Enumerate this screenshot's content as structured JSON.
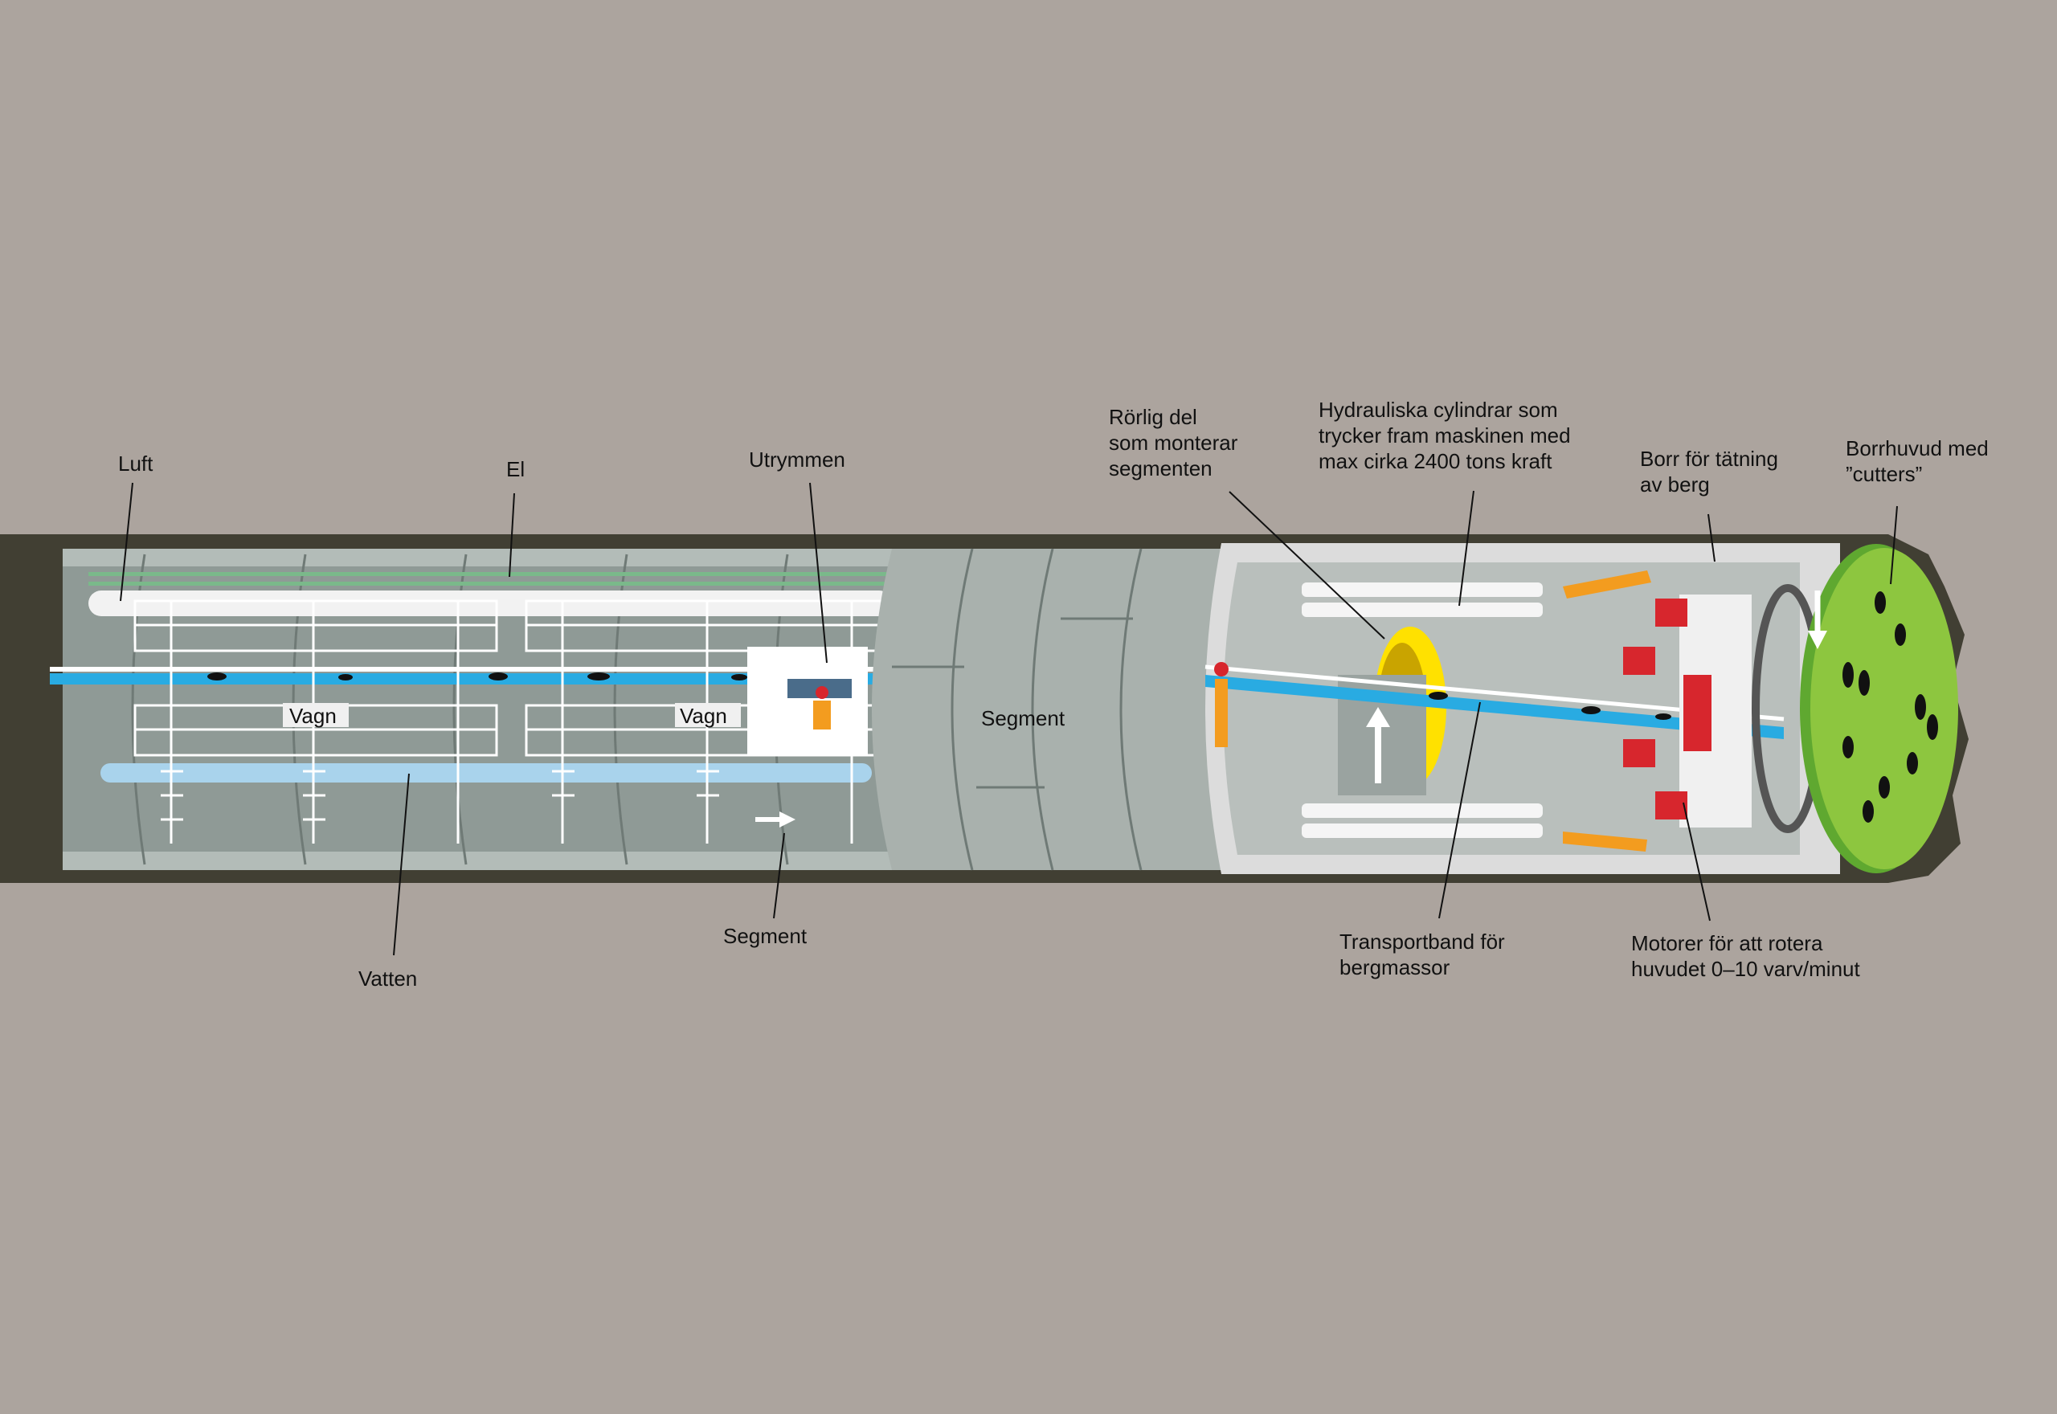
{
  "colors": {
    "background": "#aca49e",
    "rock": "#413f33",
    "tunnel": "#8f9a96",
    "segment": "#a9b1ad",
    "shield": "#dcdcdc",
    "cutterhead": "#8dc63f",
    "conveyor": "#29abe2",
    "motor": "#d7262d",
    "hydraulic_ring": "#ffe100",
    "drill": "#f39c1f"
  },
  "labels": {
    "luft": "Luft",
    "el": "El",
    "utrymmen": "Utrymmen",
    "rorlig_del": [
      "Rörlig del",
      "som monterar",
      "segmenten"
    ],
    "hydrauliska": [
      "Hydrauliska cylindrar som",
      "trycker fram maskinen med",
      "max cirka 2400 tons kraft"
    ],
    "borr": [
      "Borr för tätning",
      "av berg"
    ],
    "borrhuvud": [
      "Borrhuvud med",
      "”cutters”"
    ],
    "vagn_1": "Vagn",
    "vagn_2": "Vagn",
    "segment_inner": "Segment",
    "segment_lower": "Segment",
    "vatten": "Vatten",
    "transportband": [
      "Transportband för",
      "bergmassor"
    ],
    "motorer": [
      "Motorer för att rotera",
      "huvudet 0–10 varv/minut"
    ]
  }
}
